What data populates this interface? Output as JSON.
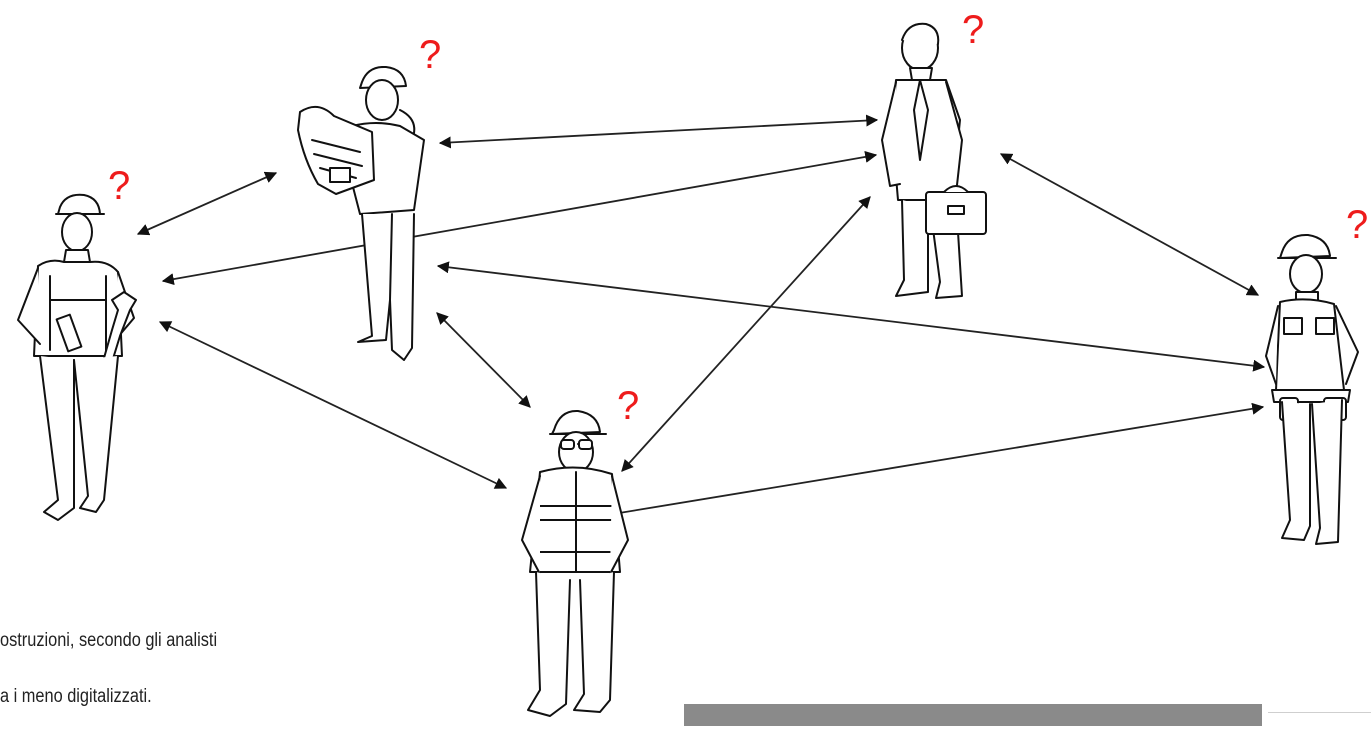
{
  "figures": [
    {
      "id": "plumber",
      "icon": "plumber-worker-icon"
    },
    {
      "id": "newspaper",
      "icon": "worker-reading-plans-icon"
    },
    {
      "id": "businessman",
      "icon": "businessman-briefcase-icon"
    },
    {
      "id": "safety",
      "icon": "safety-vest-worker-icon"
    },
    {
      "id": "electrician",
      "icon": "tool-belt-worker-icon"
    }
  ],
  "question_mark": "?",
  "question_color": "#ee1c1c",
  "caption": {
    "line1": "ostruzioni, secondo gli analisti",
    "line2": "a i meno digitalizzati."
  }
}
